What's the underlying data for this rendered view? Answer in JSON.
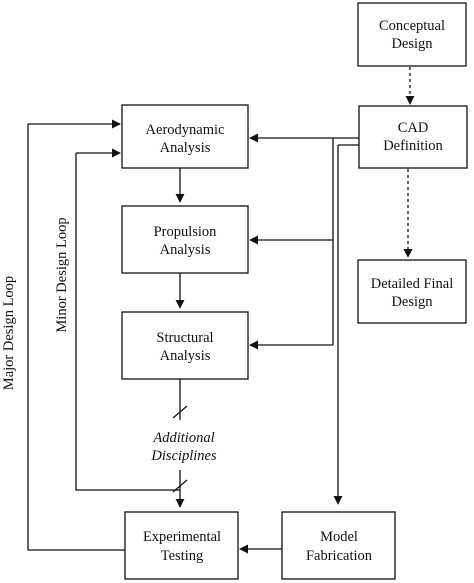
{
  "nodes": {
    "conceptual": [
      "Conceptual",
      "Design"
    ],
    "cad": [
      "CAD",
      "Definition"
    ],
    "aero": [
      "Aerodynamic",
      "Analysis"
    ],
    "prop": [
      "Propulsion",
      "Analysis"
    ],
    "struct": [
      "Structural",
      "Analysis"
    ],
    "detailed": [
      "Detailed Final",
      "Design"
    ],
    "additional": [
      "Additional",
      "Disciplines"
    ],
    "exp": [
      "Experimental",
      "Testing"
    ],
    "model": [
      "Model",
      "Fabrication"
    ]
  },
  "loops": {
    "major": "Major Design Loop",
    "minor": "Minor Design Loop"
  }
}
